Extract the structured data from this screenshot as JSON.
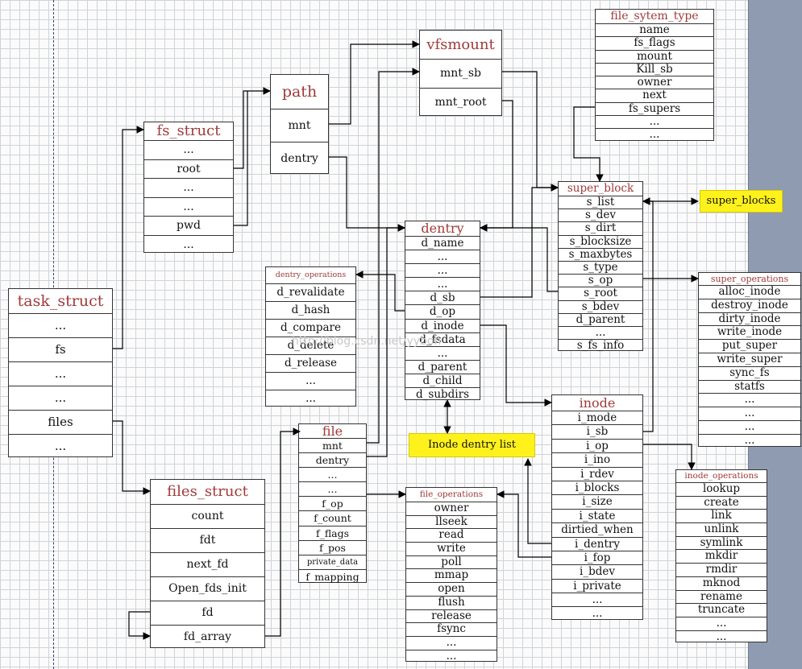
{
  "diagram": {
    "watermark": "http://blog.csdn.net/yybon",
    "labels": {
      "super_blocks": "super_blocks",
      "inode_dentry_list": "Inode dentry list"
    },
    "structs": [
      {
        "id": "task_struct",
        "title": "task_struct",
        "fields": [
          "...",
          "fs",
          "...",
          "...",
          "files",
          "..."
        ]
      },
      {
        "id": "fs_struct",
        "title": "fs_struct",
        "fields": [
          "...",
          "root",
          "...",
          "...",
          "pwd",
          "..."
        ]
      },
      {
        "id": "path",
        "title": "path",
        "fields": [
          "mnt",
          "dentry"
        ]
      },
      {
        "id": "vfsmount",
        "title": "vfsmount",
        "fields": [
          "mnt_sb",
          "mnt_root"
        ]
      },
      {
        "id": "file_sytem_type",
        "title": "file_sytem_type",
        "fields": [
          "name",
          "fs_flags",
          "mount",
          "Kill_sb",
          "owner",
          "next",
          "fs_supers",
          "...",
          "..."
        ]
      },
      {
        "id": "super_block",
        "title": "super_block",
        "fields": [
          "s_list",
          "s_dev",
          "s_dirt",
          "s_blocksize",
          "s_maxbytes",
          "s_type",
          "s_op",
          "s_root",
          "s_bdev",
          "d_parent",
          "...",
          "s_fs_info"
        ]
      },
      {
        "id": "super_operations",
        "title": "super_operations",
        "fields": [
          "alloc_inode",
          "destroy_inode",
          "dirty_inode",
          "write_inode",
          "put_super",
          "write_super",
          "sync_fs",
          "statfs",
          "...",
          "...",
          "...",
          "..."
        ]
      },
      {
        "id": "dentry_operations",
        "title": "dentry_operations",
        "fields": [
          "d_revalidate",
          "d_hash",
          "d_compare",
          "d_delete",
          "d_release",
          "...",
          "..."
        ]
      },
      {
        "id": "dentry",
        "title": "dentry",
        "fields": [
          "d_name",
          "...",
          "...",
          "...",
          "d_sb",
          "d_op",
          "d_inode",
          "d_fsdata",
          "...",
          "d_parent",
          "d_child",
          "d_subdirs"
        ]
      },
      {
        "id": "inode",
        "title": "inode",
        "fields": [
          "i_mode",
          "i_sb",
          "i_op",
          "i_ino",
          "i_rdev",
          "i_blocks",
          "i_size",
          "i_state",
          "dirtied_when",
          "i_dentry",
          "i_fop",
          "i_bdev",
          "i_private",
          "...",
          "..."
        ]
      },
      {
        "id": "inode_operations",
        "title": "inode_operations",
        "fields": [
          "lookup",
          "create",
          "link",
          "unlink",
          "symlink",
          "mkdir",
          "rmdir",
          "mknod",
          "rename",
          "truncate",
          "...",
          "..."
        ]
      },
      {
        "id": "file",
        "title": "file",
        "fields": [
          "mnt",
          "dentry",
          "...",
          "...",
          "f_op",
          "f_count",
          "f_flags",
          "f_pos",
          "private_data",
          "f_mapping"
        ]
      },
      {
        "id": "files_struct",
        "title": "files_struct",
        "fields": [
          "count",
          "fdt",
          "next_fd",
          "Open_fds_init",
          "fd",
          "fd_array"
        ]
      },
      {
        "id": "file_operations",
        "title": "file_operations",
        "fields": [
          "owner",
          "llseek",
          "read",
          "write",
          "poll",
          "mmap",
          "open",
          "flush",
          "release",
          "fsync",
          "...",
          "..."
        ]
      }
    ]
  }
}
